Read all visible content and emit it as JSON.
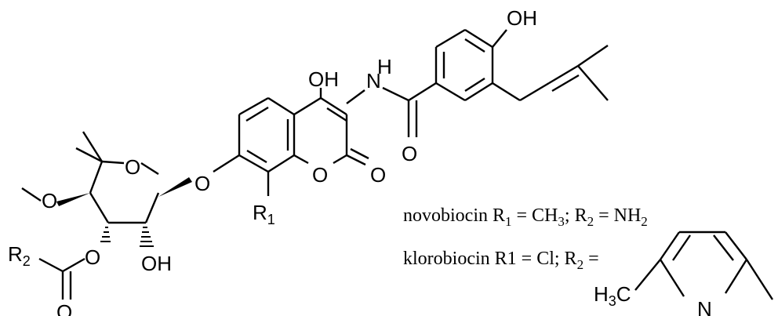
{
  "atoms": {
    "phenol_oh": "OH",
    "enol_oh": "OH",
    "amide_nh": "N",
    "amide_h": "H",
    "amide_o": "O",
    "lactone_ring_o": "O",
    "lactone_carbonyl_o": "O",
    "glycosidic_o": "O",
    "pyran_ring_o": "O",
    "methoxy_o": "O",
    "ester_o": "O",
    "ester_carbonyl_o": "O",
    "sugar_oh": "OH",
    "r1_main": "R",
    "r1_sub": "1",
    "r2_main": "R",
    "r2_sub": "2",
    "pyrrole_n": "N",
    "h3c_main": "H",
    "h3c_sub": "3",
    "h3c_tail": "C"
  },
  "captions": {
    "novobiocin": {
      "name": "novobiocin",
      "r1": "R",
      "r1_sub": "1",
      "r1_value": " = CH",
      "r1_value_sub": "3",
      "sep": "; ",
      "r2": "R",
      "r2_sub": "2",
      "r2_value": " = NH",
      "r2_value_sub": "2"
    },
    "klorobiocin": {
      "name": "klorobiocin",
      "r1_text": "R1 = Cl; ",
      "r2": "R",
      "r2_sub": "2",
      "r2_value": " ="
    }
  }
}
